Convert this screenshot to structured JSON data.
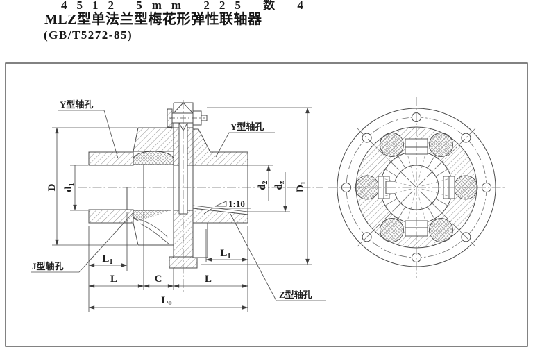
{
  "page": {
    "top_clipped_text": "4512 5mm 225 数 4",
    "title": "MLZ型单法兰型梅花形弹性联轴器",
    "standard": "(GB/T5272-85)"
  },
  "callouts": {
    "y_bore": "Y型轴孔",
    "j_bore": "J型轴孔",
    "z_bore": "Z型轴孔",
    "taper": "1:10"
  },
  "dims": {
    "D": "D",
    "d1b": "d",
    "d1s": "1",
    "d2b": "d",
    "d2s": "2",
    "dzb": "d",
    "dzs": "z",
    "D1b": "D",
    "D1s": "1",
    "L1b": "L",
    "L1s": "1",
    "L": "L",
    "C": "C",
    "L0b": "L",
    "L0s": "0"
  }
}
